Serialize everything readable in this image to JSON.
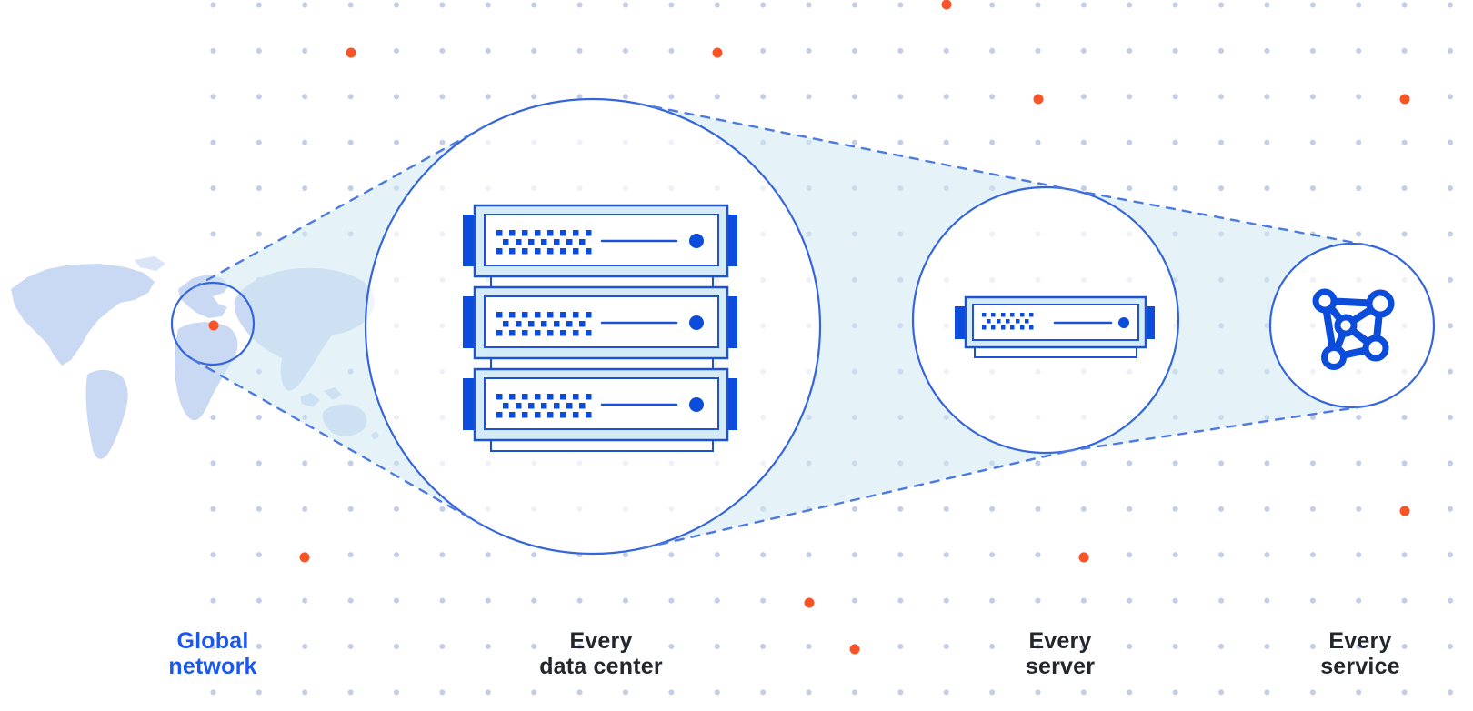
{
  "diagram_title": "Global network zoom diagram",
  "colors": {
    "accent_orange": "#f95426",
    "stroke_blue": "#3565dd",
    "dash_blue": "#4d7ae2",
    "server_stroke": "#1d52d8",
    "server_dark": "#0b4cdb",
    "panel_cyan": "#d5ecf8",
    "beam_fill": "#cfe9f3",
    "grid_dot": "#c3cde5",
    "map_fill": "#c9d8f3",
    "label_dark": "#23262c",
    "label_blue": "#1b57ee",
    "background": "#ffffff"
  },
  "stages": [
    {
      "key": "global-network",
      "label_line1": "Global",
      "label_line2": "network",
      "icon": "world-map-location-icon"
    },
    {
      "key": "every-data-center",
      "label_line1": "Every",
      "label_line2": "data center",
      "icon": "server-rack-stack-icon"
    },
    {
      "key": "every-server",
      "label_line1": "Every",
      "label_line2": "server",
      "icon": "server-unit-icon"
    },
    {
      "key": "every-service",
      "label_line1": "Every",
      "label_line2": "service",
      "icon": "network-graph-icon"
    }
  ]
}
